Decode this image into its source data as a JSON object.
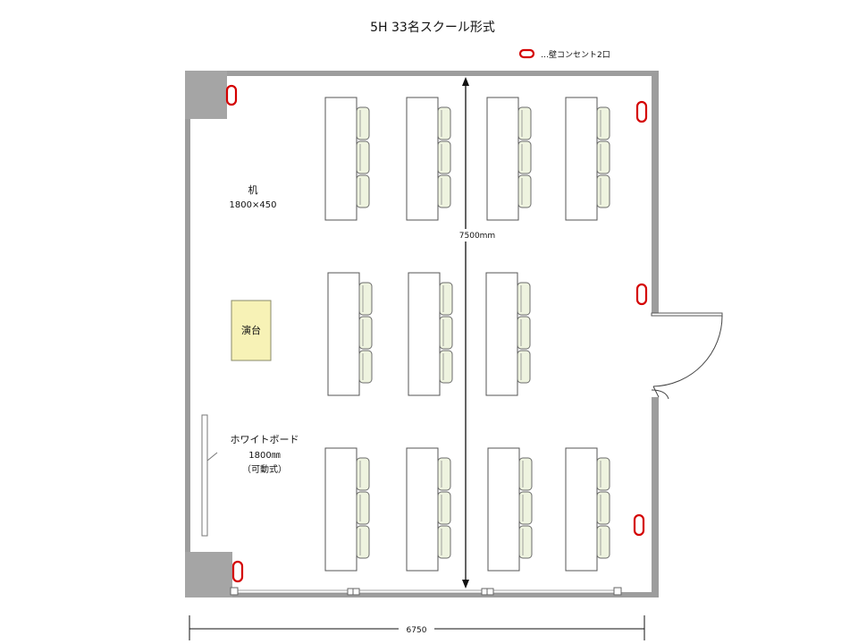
{
  "title": "5H 33名スクール形式",
  "legend": {
    "icon": "outlet-icon",
    "label": "…壁コンセント2口"
  },
  "labels": {
    "desk_name": "机",
    "desk_size": "1800×450",
    "podium": "演台",
    "whiteboard_name": "ホワイトボード",
    "whiteboard_size": "1800㎜",
    "whiteboard_note": "（可動式）",
    "depth": "7500mm",
    "width": "6750"
  },
  "colors": {
    "wall": "#9d9d9d",
    "corner_block": "#a5a5a5",
    "outlet": "#d40000",
    "chair_fill": "#eef3df",
    "podium_fill": "#f7f2b6"
  },
  "layout": {
    "rows": 3,
    "desks_per_row": [
      4,
      3,
      4
    ],
    "chairs_per_desk": 3,
    "total_seats": 33
  }
}
